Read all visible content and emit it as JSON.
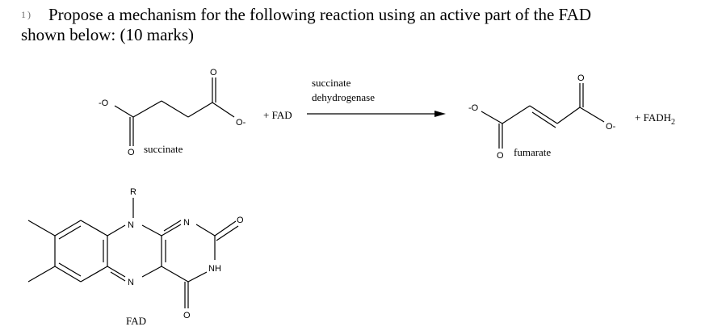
{
  "question": {
    "number": "1)",
    "line1": "Propose a mechanism for the following reaction using an active part of the FAD",
    "line2": "shown below: (10 marks)"
  },
  "reaction": {
    "reactant_label": "succinate",
    "reagent": "+ FAD",
    "enzyme_line1": "succinate",
    "enzyme_line2": "dehydrogenase",
    "product_label": "fumarate",
    "byproduct": "+ FADH",
    "byproduct_subscript": "2"
  },
  "atoms": {
    "oxygen": "O",
    "oxide": "O",
    "charge": "-",
    "nitrogen": "N",
    "nh": "NH",
    "r_group": "R"
  },
  "fad_label": "FAD"
}
